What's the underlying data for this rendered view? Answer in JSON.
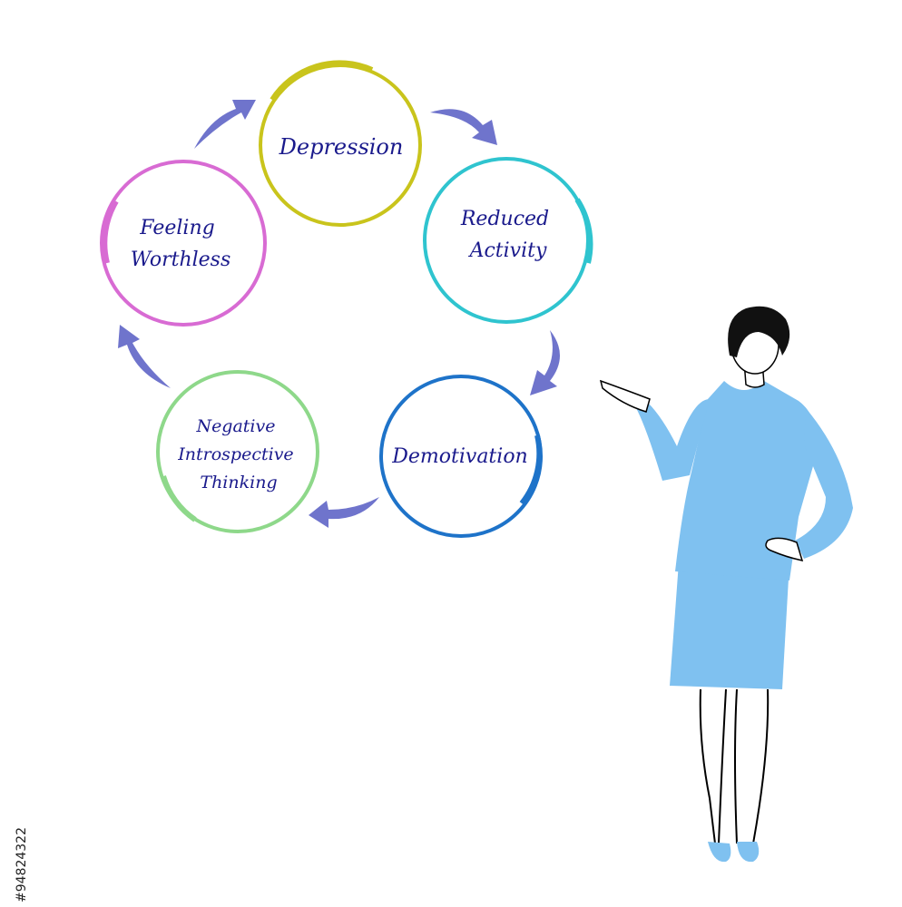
{
  "diagram": {
    "type": "cycle",
    "nodes": [
      {
        "id": "depression",
        "lines": [
          "Depression"
        ],
        "color": "#c9c41c"
      },
      {
        "id": "reduced-activity",
        "lines": [
          "Reduced",
          "Activity"
        ],
        "color": "#2fc4cf"
      },
      {
        "id": "demotivation",
        "lines": [
          "Demotivation"
        ],
        "color": "#1e73c9"
      },
      {
        "id": "negative-introspective-thinking",
        "lines": [
          "Negative",
          "Introspective",
          "Thinking"
        ],
        "color": "#8ed88a"
      },
      {
        "id": "feeling-worthless",
        "lines": [
          "Feeling",
          "Worthless"
        ],
        "color": "#d86bd3"
      }
    ],
    "edges": [
      {
        "from": "depression",
        "to": "reduced-activity"
      },
      {
        "from": "reduced-activity",
        "to": "demotivation"
      },
      {
        "from": "demotivation",
        "to": "negative-introspective-thinking"
      },
      {
        "from": "negative-introspective-thinking",
        "to": "feeling-worthless"
      },
      {
        "from": "feeling-worthless",
        "to": "depression"
      }
    ],
    "arrow_color": "#6f74cc"
  },
  "figure": {
    "name": "presenter-woman",
    "suit_color": "#7fc1f0",
    "hair_color": "#111111"
  },
  "watermark": {
    "stock_id": "#94824322"
  }
}
